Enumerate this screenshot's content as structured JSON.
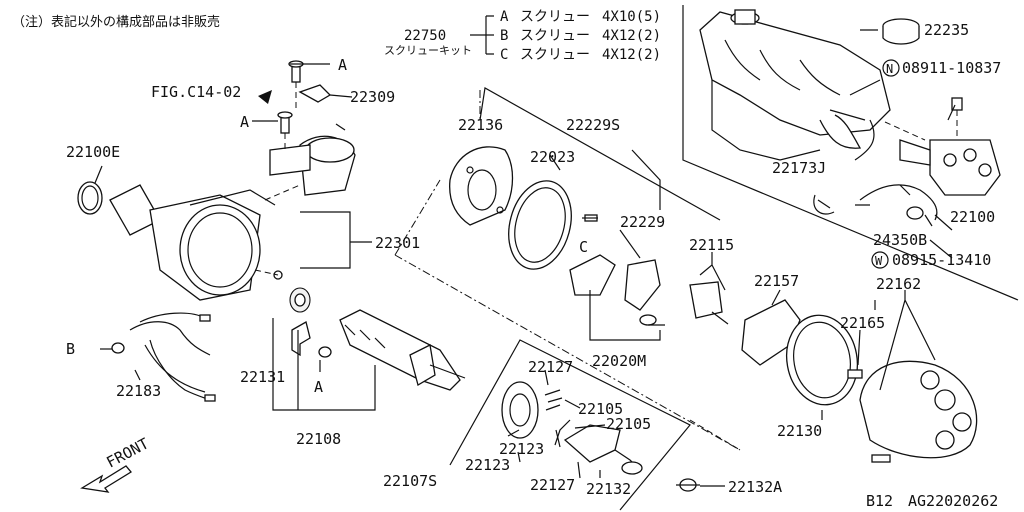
{
  "note": "（注）表記以外の構成部品は非販売",
  "fig_ref": "FIG.C14-02",
  "front_label": "FRONT",
  "markers": {
    "n": "N",
    "w": "W"
  },
  "screw_kit": {
    "part_no": "22750",
    "name": "スクリューキット",
    "rows": [
      {
        "key": "A",
        "name": "スクリュー",
        "size": "4X10(5)"
      },
      {
        "key": "B",
        "name": "スクリュー",
        "size": "4X12(2)"
      },
      {
        "key": "C",
        "name": "スクリュー",
        "size": "4X12(2)"
      }
    ]
  },
  "labels": {
    "a_top": "A",
    "p22309": "22309",
    "a_left": "A",
    "p22100E": "22100E",
    "p22301": "22301",
    "b": "B",
    "p22183": "22183",
    "p22131": "22131",
    "a_bottom": "A",
    "p22108": "22108",
    "p22136": "22136",
    "p22229S": "22229S",
    "p22023": "22023",
    "p22229": "22229",
    "c": "C",
    "p22115": "22115",
    "p22157": "22157",
    "p22020M": "22020M",
    "p22127a": "22127",
    "p22105a": "22105",
    "p22105b": "22105",
    "p22123a": "22123",
    "p22123b": "22123",
    "p22107S": "22107S",
    "p22127b": "22127",
    "p22132": "22132",
    "p22132A": "22132A",
    "p22130": "22130",
    "p22165": "22165",
    "p22162": "22162",
    "p22235": "22235",
    "p08911": "08911-10837",
    "p22173J": "22173J",
    "p22100": "22100",
    "p24350B": "24350B",
    "p08915": "08915-13410"
  },
  "page_code": "B12",
  "diagram_code": "AG22020262"
}
